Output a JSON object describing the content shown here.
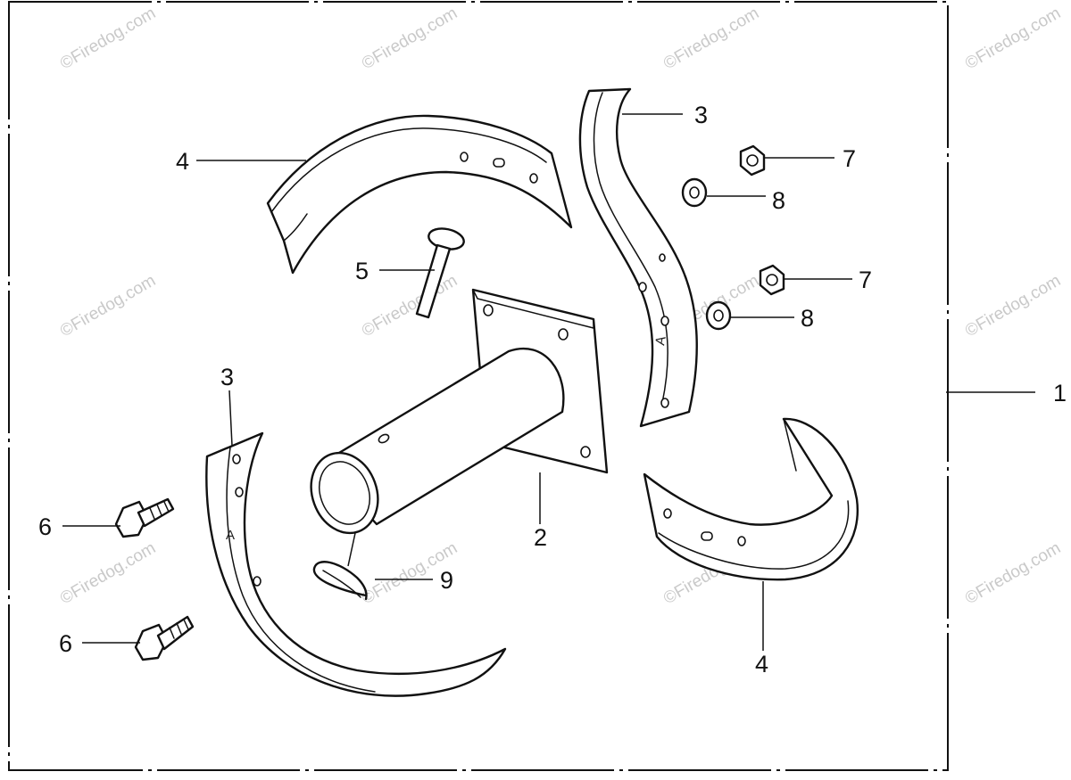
{
  "diagram": {
    "callouts": {
      "c1": "1",
      "c2": "2",
      "c3_right": "3",
      "c3_left": "3",
      "c4_top": "4",
      "c4_bottom": "4",
      "c5": "5",
      "c6_upper": "6",
      "c6_lower": "6",
      "c7_upper": "7",
      "c7_lower": "7",
      "c8_upper": "8",
      "c8_lower": "8",
      "c9": "9"
    },
    "tine_marks": {
      "left": "A",
      "right": "A"
    },
    "watermark": "©Firedog.com"
  }
}
